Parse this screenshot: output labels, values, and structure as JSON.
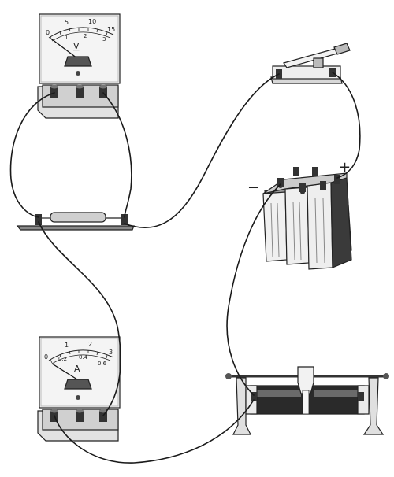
{
  "voltmeter": {
    "symbol": "V",
    "scale_top": [
      "0",
      "5",
      "10",
      "15"
    ],
    "scale_bottom": [
      "1",
      "2",
      "3"
    ]
  },
  "ammeter": {
    "symbol": "A",
    "scale_top": [
      "0",
      "1",
      "2",
      "3"
    ],
    "scale_bottom": [
      "0.2",
      "0.4",
      "0.6"
    ]
  },
  "battery": {
    "negative_sign": "−",
    "positive_sign": "+"
  },
  "colors": {
    "ink": "#1a1a1a",
    "panel": "#f2f2f2",
    "shade": "#9a9a9a",
    "dark": "#3a3a3a"
  }
}
